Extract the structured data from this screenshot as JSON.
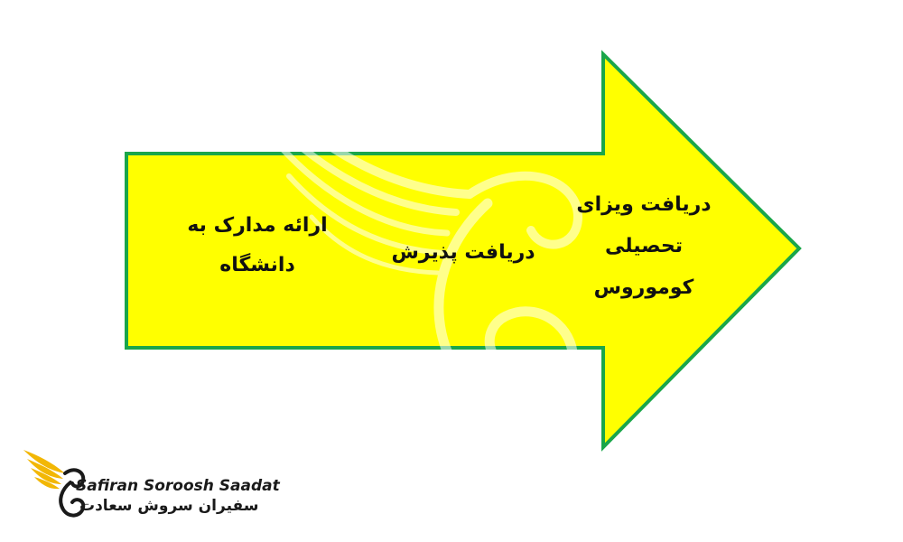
{
  "diagram": {
    "steps": [
      {
        "lines": [
          "ارائه مدارک به",
          "دانشگاه"
        ]
      },
      {
        "lines": [
          "دریافت پذیرش"
        ]
      },
      {
        "lines": [
          "دریافت ویزای",
          "تحصیلی",
          "کوموروس"
        ]
      }
    ],
    "colors": {
      "arrow_fill": "#ffff00",
      "arrow_stroke": "#1aa64a",
      "text": "#111111"
    }
  },
  "logo": {
    "english_name": "Safiran Soroosh Saadat",
    "persian_name": "سفیران سروش سعادت",
    "colors": {
      "wing": "#f2b705",
      "text": "#1a1a1a"
    }
  },
  "watermark": {
    "icon": "swan-wing-watermark"
  }
}
